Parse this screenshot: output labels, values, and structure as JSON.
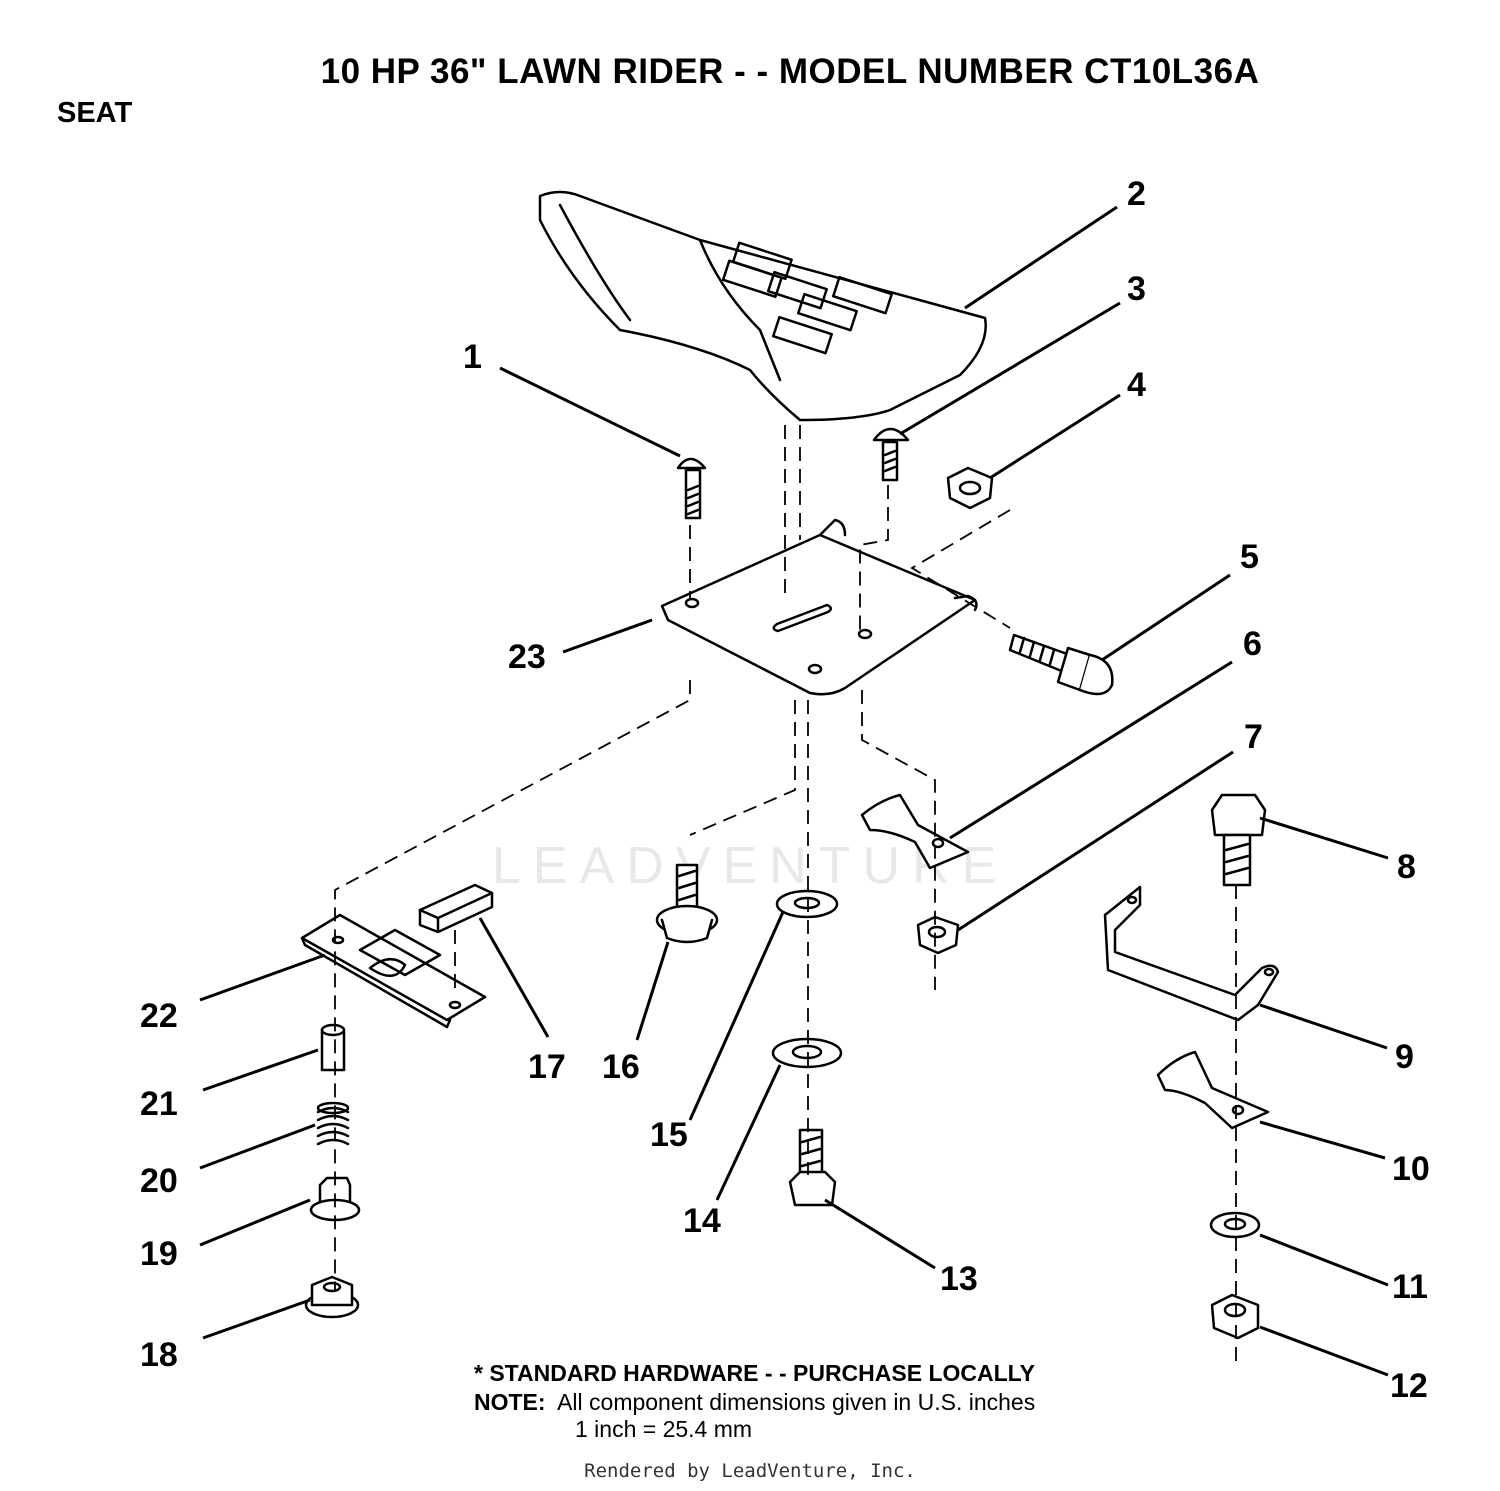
{
  "title": "10 HP 36\" LAWN RIDER - - MODEL NUMBER CT10L36A",
  "section": "SEAT",
  "watermark": "LEADVENTURE",
  "callouts": [
    "1",
    "2",
    "3",
    "4",
    "5",
    "6",
    "7",
    "8",
    "9",
    "10",
    "11",
    "12",
    "13",
    "14",
    "15",
    "16",
    "17",
    "18",
    "19",
    "20",
    "21",
    "22",
    "23"
  ],
  "notes": {
    "standard_hardware": "* STANDARD HARDWARE - - PURCHASE LOCALLY",
    "note_label": "NOTE:",
    "note_text": "  All component dimensions given in U.S. inches",
    "conversion": "1 inch = 25.4 mm"
  },
  "footer": "Rendered by LeadVenture, Inc."
}
